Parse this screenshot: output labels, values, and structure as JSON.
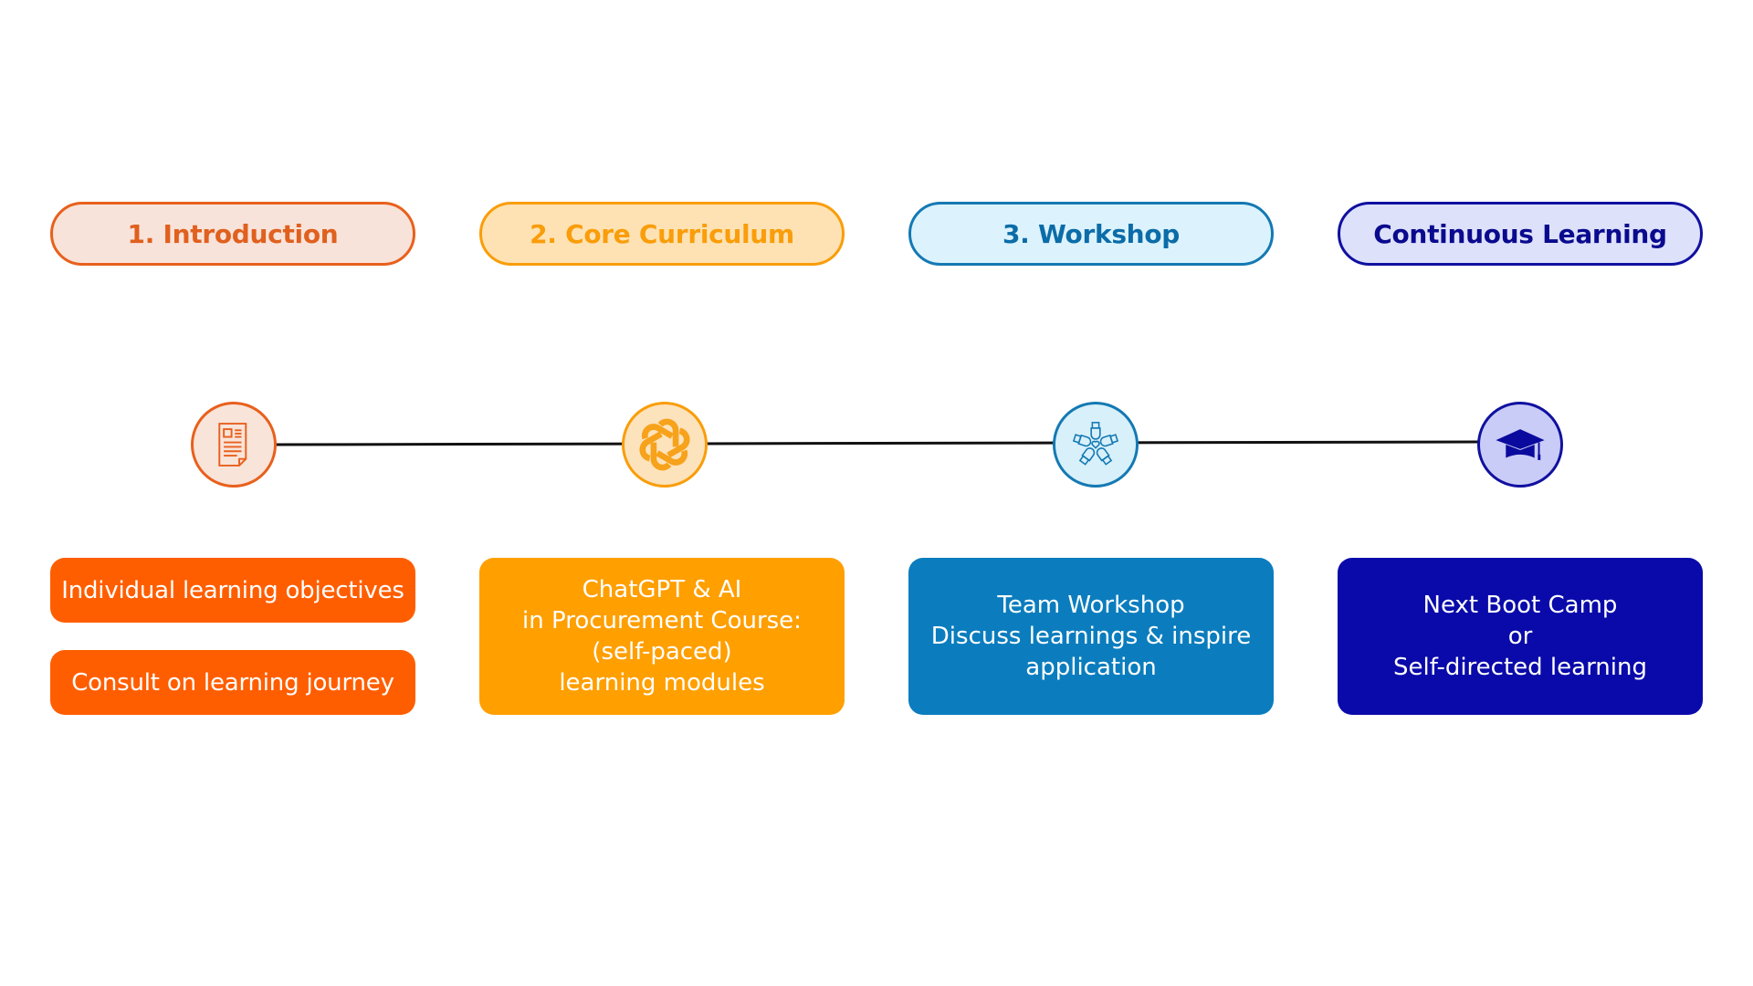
{
  "stages": [
    {
      "title": "1. Introduction",
      "icon": "document-icon",
      "colors": {
        "accent": "#E8601C",
        "pill_fill": "#F8E3DA",
        "pill_text": "#E0601E",
        "node_fill": "#F9E4DA",
        "card": "#FF5E00"
      },
      "cards": [
        {
          "lines": [
            "Individual learning objectives"
          ]
        },
        {
          "lines": [
            "Consult on learning journey"
          ]
        }
      ]
    },
    {
      "title": "2. Core Curriculum",
      "icon": "openai-logo-icon",
      "colors": {
        "accent": "#F99D0A",
        "pill_fill": "#FFE2B3",
        "pill_text": "#F99D0A",
        "node_fill": "#FDE3BC",
        "card": "#FF9F00"
      },
      "cards": [
        {
          "lines": [
            "ChatGPT & AI",
            "in Procurement Course:",
            "(self-paced)",
            "learning modules"
          ]
        }
      ]
    },
    {
      "title": "3. Workshop",
      "icon": "team-hands-icon",
      "colors": {
        "accent": "#1479B3",
        "pill_fill": "#DCF3FD",
        "pill_text": "#0B6CA8",
        "node_fill": "#D8F0FA",
        "card": "#0B7DBE"
      },
      "cards": [
        {
          "lines": [
            "Team Workshop",
            "Discuss learnings & inspire",
            "application"
          ]
        }
      ]
    },
    {
      "title": "Continuous Learning",
      "icon": "graduation-cap-icon",
      "colors": {
        "accent": "#1010A0",
        "pill_fill": "#DDE1FA",
        "pill_text": "#0A0A8E",
        "node_fill": "#C9CCF6",
        "card": "#0A0AAA"
      },
      "cards": [
        {
          "lines": [
            "Next Boot Camp",
            "or",
            "Self-directed learning"
          ]
        }
      ]
    }
  ],
  "timeline": {
    "color": "#111111"
  }
}
